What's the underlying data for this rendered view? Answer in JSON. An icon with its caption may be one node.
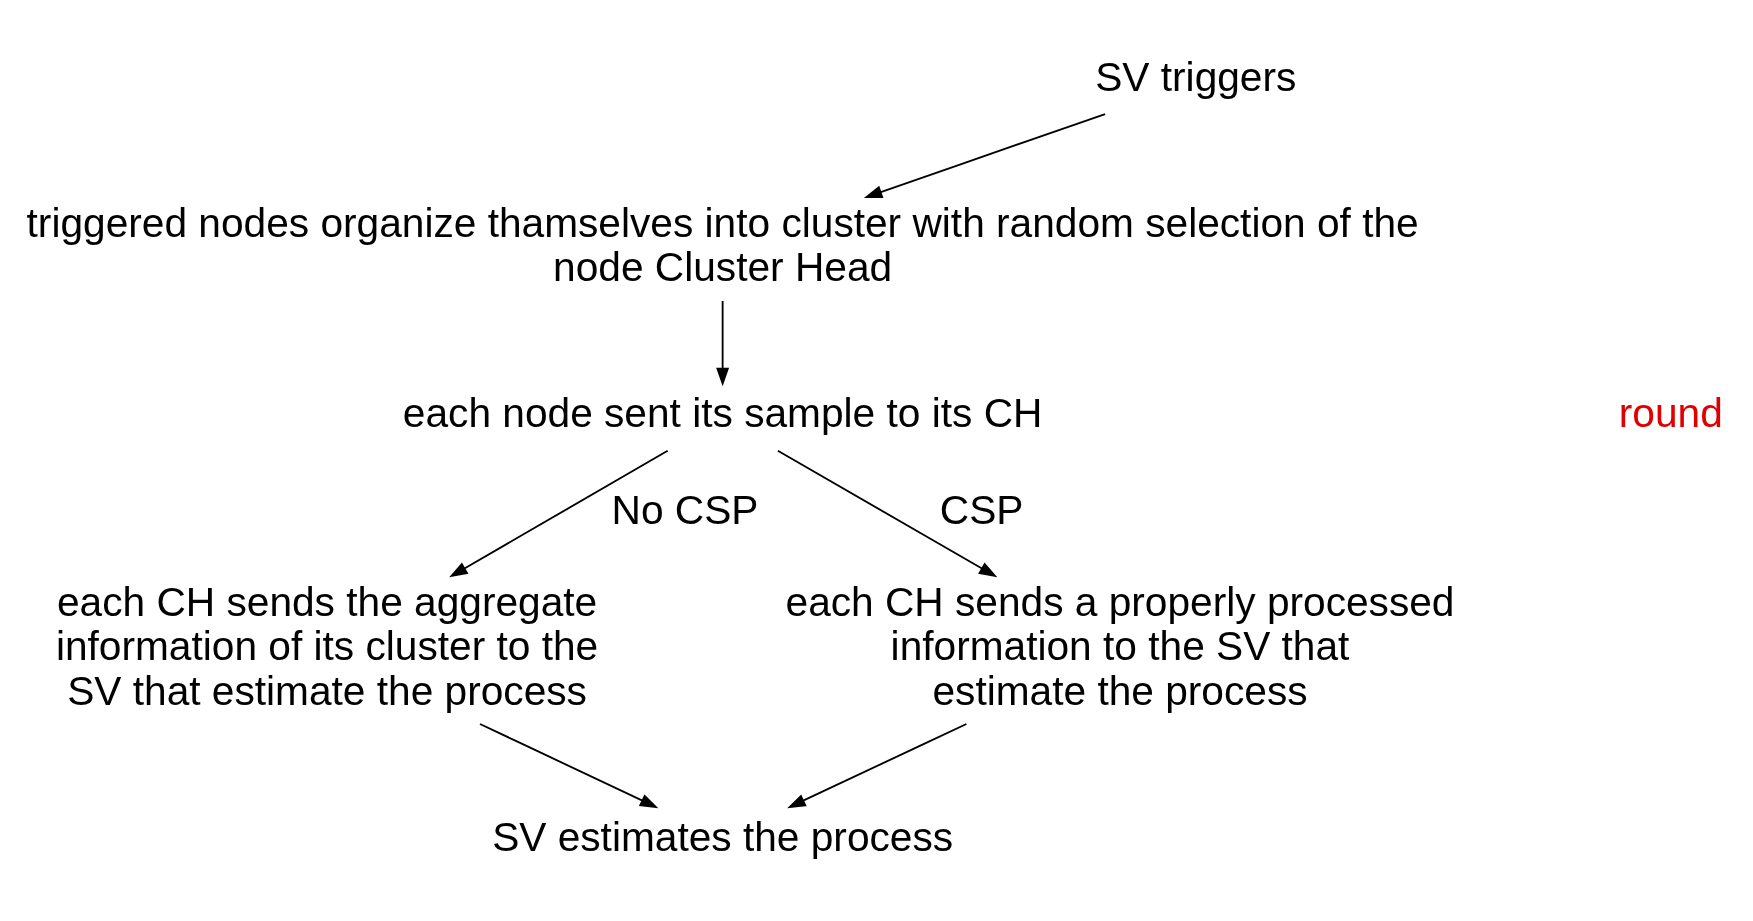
{
  "diagram": {
    "nodes": [
      {
        "text": [
          "SV triggers"
        ]
      },
      {
        "text": [
          "triggered nodes organize thamselves into cluster with random selection of the node Cluster Head"
        ]
      },
      {
        "text": [
          "each node sent its sample to its CH"
        ]
      },
      {
        "text": [
          "each CH sends the aggregate information of its cluster to the SV that estimate the process"
        ]
      },
      {
        "text": [
          "each CH sends a properly processed information to the SV that estimate the process"
        ]
      },
      {
        "text": [
          "SV estimates the process"
        ]
      }
    ],
    "edges": [
      {
        "from": 0,
        "to": 1,
        "arrow": "to"
      },
      {
        "from": 1,
        "to": 2,
        "arrow": "to"
      },
      {
        "from": 2,
        "to": 3,
        "arrow": "to",
        "label": "No CSP"
      },
      {
        "from": 2,
        "to": 4,
        "arrow": "to",
        "label": "CSP"
      },
      {
        "from": 3,
        "to": 5,
        "arrow": "to"
      },
      {
        "from": 4,
        "to": 5,
        "arrow": "to"
      }
    ],
    "labels": [
      "round"
    ]
  }
}
